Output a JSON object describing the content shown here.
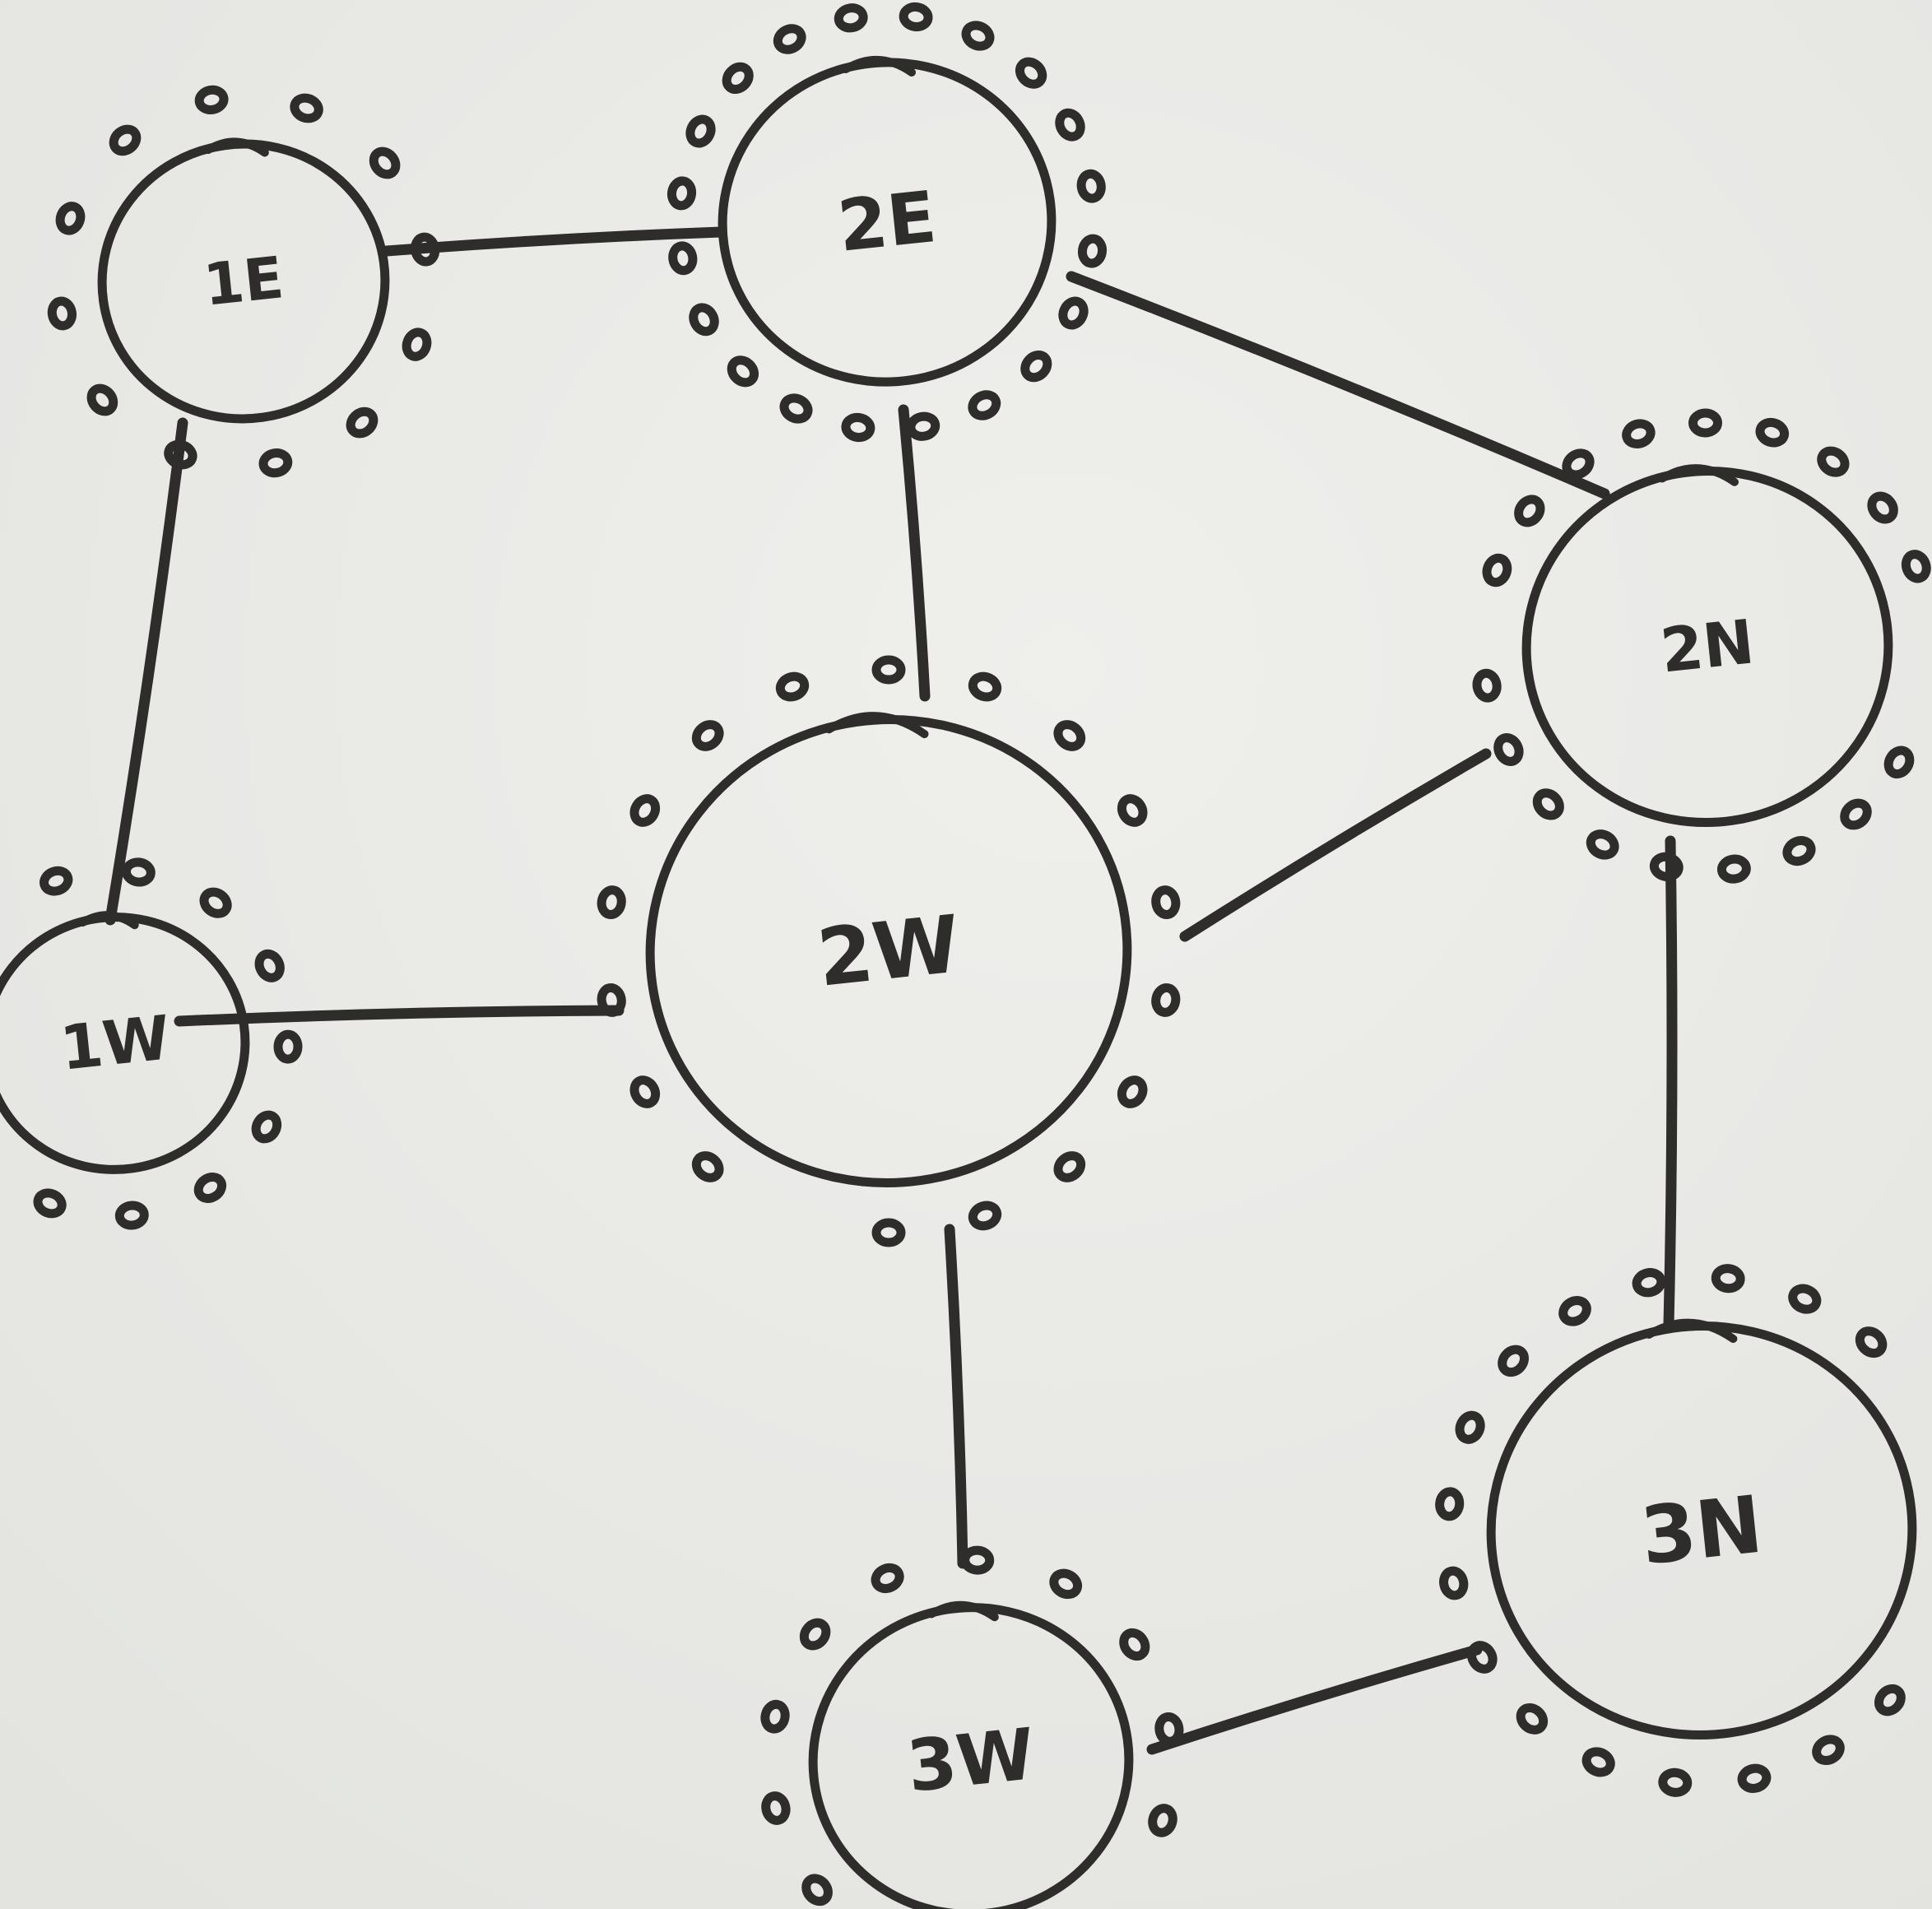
{
  "diagram": {
    "nodes": [
      {
        "id": "1E",
        "label": "1E",
        "seats": 12
      },
      {
        "id": "2E",
        "label": "2E",
        "seats": 20
      },
      {
        "id": "2N",
        "label": "2N",
        "seats": 20
      },
      {
        "id": "1W",
        "label": "1W",
        "seats": 10
      },
      {
        "id": "2W",
        "label": "2W",
        "seats": 17
      },
      {
        "id": "3W",
        "label": "3W",
        "seats": 12
      },
      {
        "id": "3N",
        "label": "3N",
        "seats": 20
      }
    ],
    "edges": [
      {
        "from": "1E",
        "to": "2E"
      },
      {
        "from": "1E",
        "to": "1W"
      },
      {
        "from": "2E",
        "to": "2W"
      },
      {
        "from": "2E",
        "to": "2N"
      },
      {
        "from": "1W",
        "to": "2W"
      },
      {
        "from": "2W",
        "to": "2N"
      },
      {
        "from": "2W",
        "to": "3W"
      },
      {
        "from": "2N",
        "to": "3N"
      },
      {
        "from": "3W",
        "to": "3N"
      }
    ],
    "colors": {
      "ink": "#2f2c2c",
      "paper": "#e9eae6"
    }
  }
}
